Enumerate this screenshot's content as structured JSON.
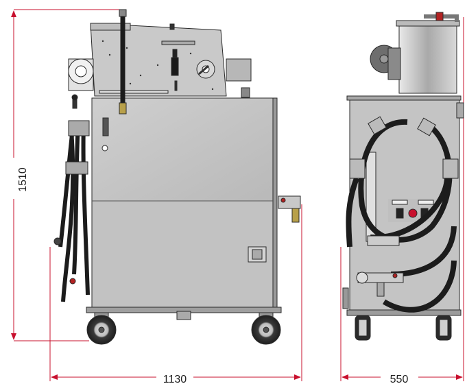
{
  "dimensions": {
    "height_label": "1510",
    "width_side_label": "1130",
    "width_front_label": "550"
  },
  "colors": {
    "dimension_line": "#c8102e",
    "steel_light": "#d4d4d4",
    "steel_mid": "#b3b3b3",
    "steel_dark": "#7a7a7a",
    "outline": "#2a2a2a",
    "hose": "#1c1c1c",
    "wheel_tire": "#2b2b2b",
    "valve_red": "#b22222",
    "motor": "#6e6e6e"
  }
}
